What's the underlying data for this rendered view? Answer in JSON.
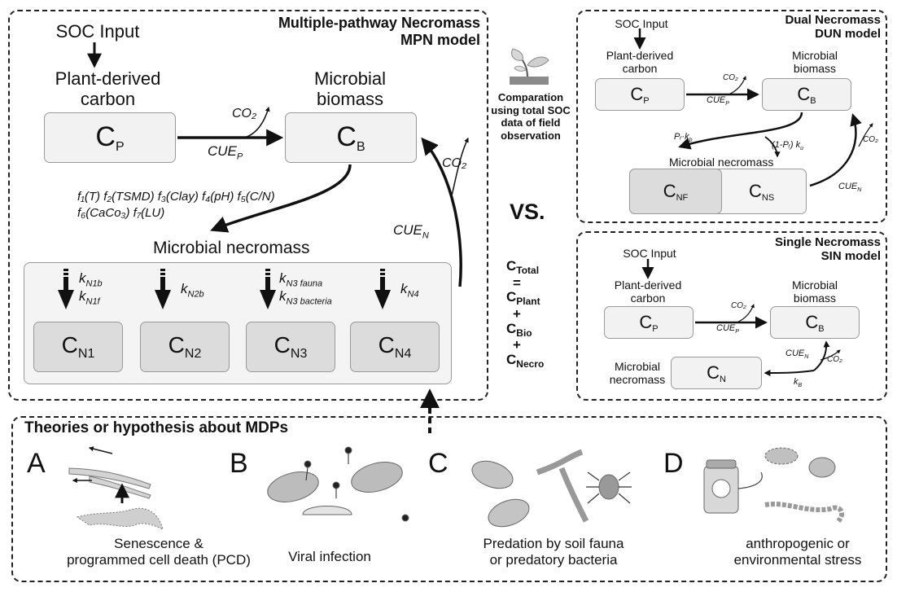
{
  "mpn": {
    "title_line1": "Multiple-pathway Necromass",
    "title_line2": "MPN model",
    "soc_input": "SOC Input",
    "plant_label_1": "Plant-derived",
    "plant_label_2": "carbon",
    "microbial_label_1": "Microbial",
    "microbial_label_2": "biomass",
    "cp": "C",
    "cp_sub": "P",
    "cb": "C",
    "cb_sub": "B",
    "co2_top": "CO₂",
    "cue_p": "CUE",
    "cue_p_sub": "P",
    "co2_right": "CO₂",
    "cue_n": "CUE",
    "cue_n_sub": "N",
    "factors_line1": "f₁(T) f₂(TSMD) f₃(Clay) f₄(pH) f₅(C/N)",
    "factors_line2": "f₆(CaCo₃) f₇(LU)",
    "necromass_label": "Microbial necromass",
    "k1a": "k",
    "k1a_sub": "N1b",
    "k1b": "k",
    "k1b_sub": "N1f",
    "k2": "k",
    "k2_sub": "N2b",
    "k3a": "k",
    "k3a_sub": "N3 fauna",
    "k3b": "k",
    "k3b_sub": "N3 bacteria",
    "k4": "k",
    "k4_sub": "N4",
    "cn1": "C",
    "cn1_sub": "N1",
    "cn2": "C",
    "cn2_sub": "N2",
    "cn3": "C",
    "cn3_sub": "N3",
    "cn4": "C",
    "cn4_sub": "N4"
  },
  "middle": {
    "comparison": "Comparation using total SOC data of field observation",
    "vs": "VS.",
    "total_c": "C",
    "total_sub": "Total",
    "eq": "=",
    "plant_c": "C",
    "plant_sub": "Plant",
    "plus1": "+",
    "bio_c": "C",
    "bio_sub": "Bio",
    "plus2": "+",
    "necro_c": "C",
    "necro_sub": "Necro"
  },
  "dun": {
    "title_line1": "Dual Necromass",
    "title_line2": "DUN model",
    "soc_input": "SOC Input",
    "plant_label_1": "Plant-derived",
    "plant_label_2": "carbon",
    "microbial_label_1": "Microbial",
    "microbial_label_2": "biomass",
    "cp": "C",
    "cp_sub": "P",
    "cb": "C",
    "cb_sub": "B",
    "co2_a": "CO₂",
    "cue_p": "CUE",
    "cue_p_sub": "P",
    "co2_b": "CO₂",
    "pr_kb": "Pᵣ·k",
    "pr_kb_sub": "b",
    "one_minus": "(1-Pᵣ) k",
    "one_minus_sub": "u",
    "necromass_label": "Microbial necromass",
    "cnf": "C",
    "cnf_sub": "NF",
    "cns": "C",
    "cns_sub": "NS",
    "cue_n": "CUE",
    "cue_n_sub": "N"
  },
  "sin": {
    "title_line1": "Single Necromass",
    "title_line2": "SIN model",
    "soc_input": "SOC Input",
    "plant_label_1": "Plant-derived",
    "plant_label_2": "carbon",
    "microbial_label_1": "Microbial",
    "microbial_label_2": "biomass",
    "cp": "C",
    "cp_sub": "P",
    "cb": "C",
    "cb_sub": "B",
    "co2_a": "CO₂",
    "cue_p": "CUE",
    "cue_p_sub": "P",
    "cue_n": "CUE",
    "cue_n_sub": "N",
    "co2_b": "CO₂",
    "necro_label_1": "Microbial",
    "necro_label_2": "necromass",
    "cn": "C",
    "cn_sub": "N",
    "kb": "k",
    "kb_sub": "B"
  },
  "theories": {
    "title": "Theories or hypothesis about MDPs",
    "a_letter": "A",
    "a_caption_1": "Senescence &",
    "a_caption_2": "programmed cell death (PCD)",
    "b_letter": "B",
    "b_caption": "Viral infection",
    "c_letter": "C",
    "c_caption_1": "Predation by soil fauna",
    "c_caption_2": "or predatory bacteria",
    "d_letter": "D",
    "d_caption_1": "anthropogenic or",
    "d_caption_2": "environmental stress"
  }
}
